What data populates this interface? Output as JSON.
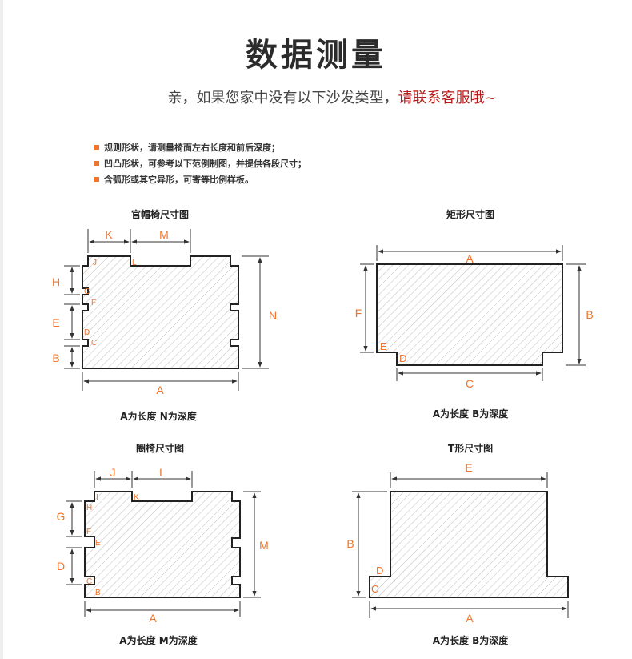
{
  "title": "数据测量",
  "subtitle": {
    "text": "亲，如果您家中没有以下沙发类型，",
    "accent": "请联系客服哦~"
  },
  "notes": [
    "规则形状，请测量椅面左右长度和前后深度；",
    "凹凸形状，可参考以下范例制图，并提供各段尺寸；",
    "含弧形或其它异形，可寄等比例样板。"
  ],
  "colors": {
    "label": "#f0742b",
    "bullet": "#f0742b",
    "accent": "#b81a1a"
  },
  "diagrams": {
    "guanmao": {
      "title": "官帽椅尺寸图",
      "caption": "A为长度  N为深度",
      "dims": {
        "K": "K",
        "M": "M",
        "H": "H",
        "E": "E",
        "B": "B",
        "N": "N",
        "A": "A"
      },
      "points": {
        "J": "J",
        "I": "I",
        "L": "L",
        "G": "G",
        "F": "F",
        "D": "D",
        "C": "C"
      }
    },
    "rect": {
      "title": "矩形尺寸图",
      "caption": "A为长度  B为深度",
      "dims": {
        "A": "A",
        "F": "F",
        "B": "B",
        "C": "C"
      },
      "points": {
        "E": "E",
        "D": "D"
      }
    },
    "quanyi": {
      "title": "圈椅尺寸图",
      "caption": "A为长度  M为深度",
      "dims": {
        "J": "J",
        "L": "L",
        "G": "G",
        "D": "D",
        "M": "M",
        "A": "A"
      },
      "points": {
        "I": "I",
        "K": "K",
        "H": "H",
        "F": "F",
        "E": "E",
        "C": "C",
        "B": "B"
      }
    },
    "tshape": {
      "title": "T形尺寸图",
      "caption": "A为长度  B为深度",
      "dims": {
        "E": "E",
        "B": "B",
        "A": "A"
      },
      "points": {
        "D": "D",
        "C": "C"
      }
    }
  }
}
